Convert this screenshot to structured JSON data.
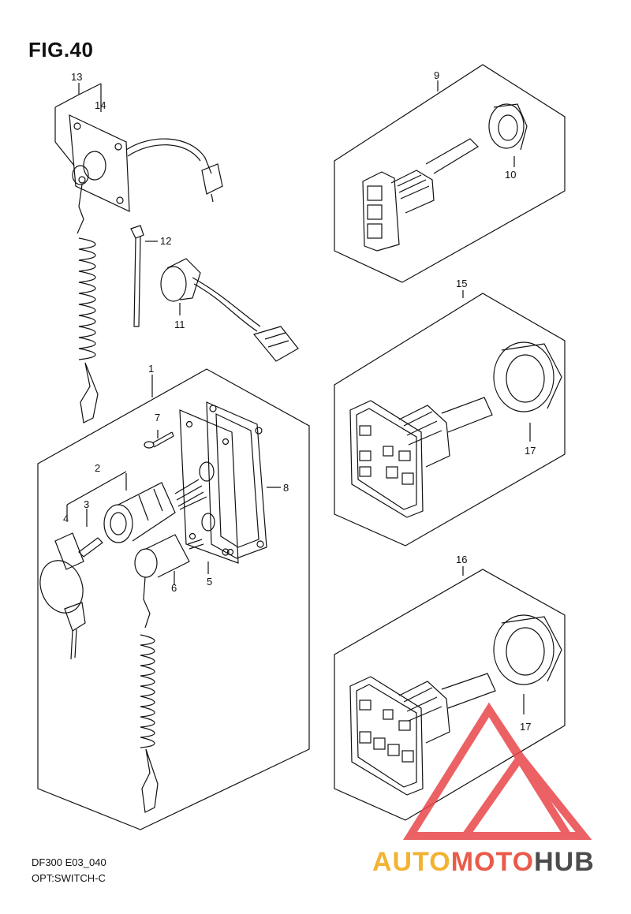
{
  "figure": {
    "title": "FIG.40"
  },
  "callouts": [
    "1",
    "2",
    "3",
    "4",
    "5",
    "6",
    "7",
    "8",
    "9",
    "10",
    "11",
    "12",
    "13",
    "14",
    "15",
    "16",
    "17",
    "17"
  ],
  "footer": {
    "line1": "DF300 E03_040",
    "line2": "OPT:SWITCH-C"
  },
  "watermark": {
    "part1": "AUTO",
    "part2": "MOTO",
    "part3": "HUB",
    "colors": {
      "auto": "#f2b233",
      "moto": "#ea5a4a",
      "hub": "#4c4c4c",
      "triangle": "#e8464a"
    }
  }
}
